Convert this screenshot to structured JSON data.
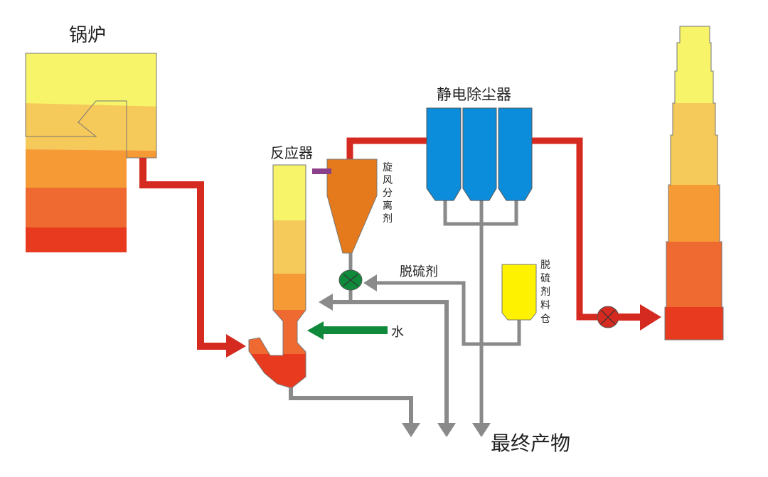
{
  "labels": {
    "boiler": "锅炉",
    "reactor": "反应器",
    "cyclone": "旋风分离剂",
    "esp": "静电除尘器",
    "desulfurizer": "脱硫剂",
    "water": "水",
    "silo": "脱硫剂料仓",
    "final": "最终产物"
  },
  "colors": {
    "yellow": "#f7f46a",
    "light_orange": "#f5c95a",
    "orange": "#f59a35",
    "dark_orange": "#ef6a30",
    "red": "#e83a1e",
    "flue_pipe": "#d42a20",
    "grey_pipe": "#8a8a8a",
    "esp_blue": "#0b8ddb",
    "green": "#0f8a3a",
    "cyclone": "#e57a1c",
    "silo": "#fff200",
    "connector": "#8a3f8a"
  }
}
